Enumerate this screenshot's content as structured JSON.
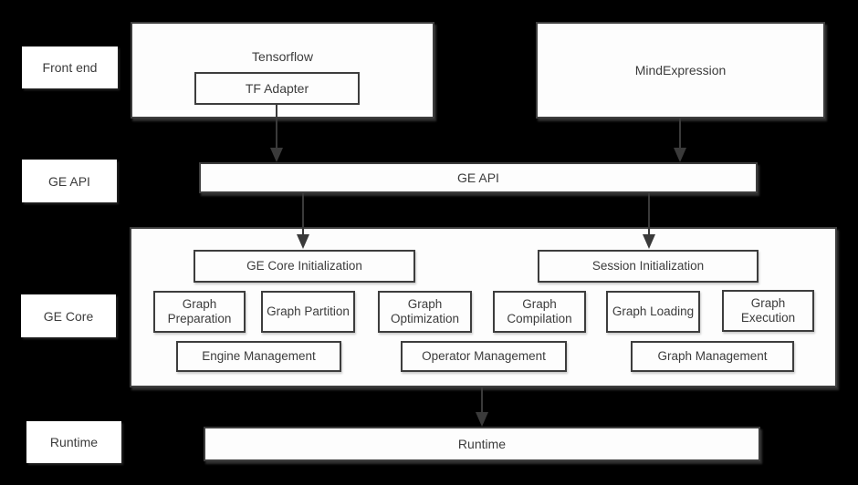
{
  "colors": {
    "background": "#000000",
    "box_fill": "#fdfdfd",
    "box_border": "#3d3d3d",
    "text": "#3c3c3c",
    "arrow": "#3a3a3a"
  },
  "layer_labels": {
    "front_end": "Front end",
    "ge_api": "GE API",
    "ge_core": "GE Core",
    "runtime": "Runtime"
  },
  "front_end": {
    "tensorflow_title": "Tensorflow",
    "tf_adapter": "TF Adapter",
    "mind_expression": "MindExpression"
  },
  "ge_api": {
    "bar_label": "GE API"
  },
  "ge_core": {
    "ge_core_initialization": "GE Core Initialization",
    "session_initialization": "Session Initialization",
    "modules": [
      "Graph Preparation",
      "Graph Partition",
      "Graph Optimization",
      "Graph Compilation",
      "Graph Loading",
      "Graph Execution"
    ],
    "management": [
      "Engine Management",
      "Operator Management",
      "Graph Management"
    ]
  },
  "runtime": {
    "bar_label": "Runtime"
  }
}
